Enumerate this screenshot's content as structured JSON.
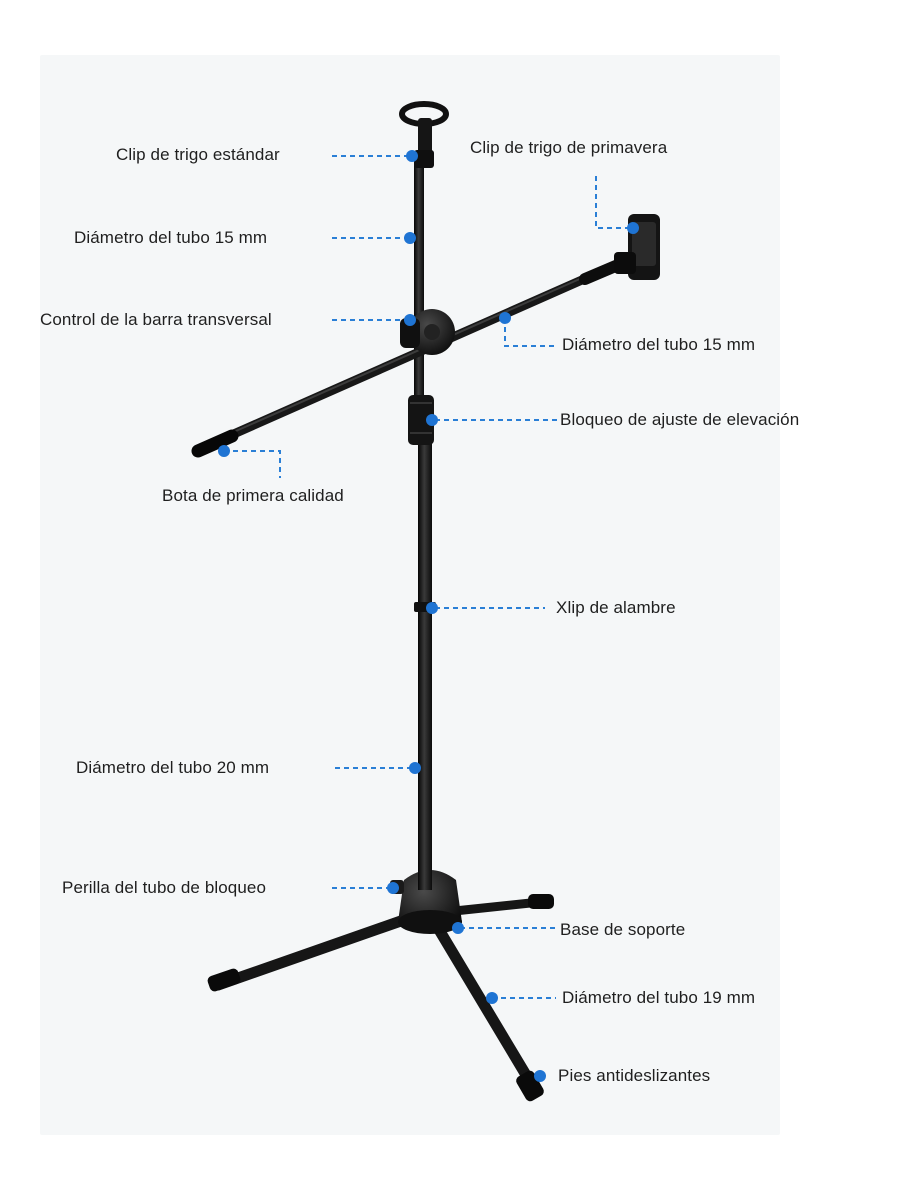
{
  "colors": {
    "background": "#ffffff",
    "panel": "#f5f7f8",
    "stand": "#1c1c1c",
    "marker": "#1f74d3",
    "leader": "#2a7fd6",
    "text": "#1f1f1f"
  },
  "labels": {
    "standard_clip": "Clip de trigo estándar",
    "spring_clip": "Clip de trigo de primavera",
    "tube_15_upper": "Diámetro del tubo 15 mm",
    "crossbar_control": "Control de la barra transversal",
    "tube_15_boom": "Diámetro del tubo 15 mm",
    "height_lock": "Bloqueo de ajuste de elevación",
    "premium_boot": "Bota de primera calidad",
    "wire_clip": "Xlip de alambre",
    "tube_20": "Diámetro del tubo 20 mm",
    "lock_knob": "Perilla del tubo de bloqueo",
    "base": "Base de soporte",
    "tube_19": "Diámetro del tubo 19 mm",
    "non_slip_feet": "Pies antideslizantes"
  }
}
